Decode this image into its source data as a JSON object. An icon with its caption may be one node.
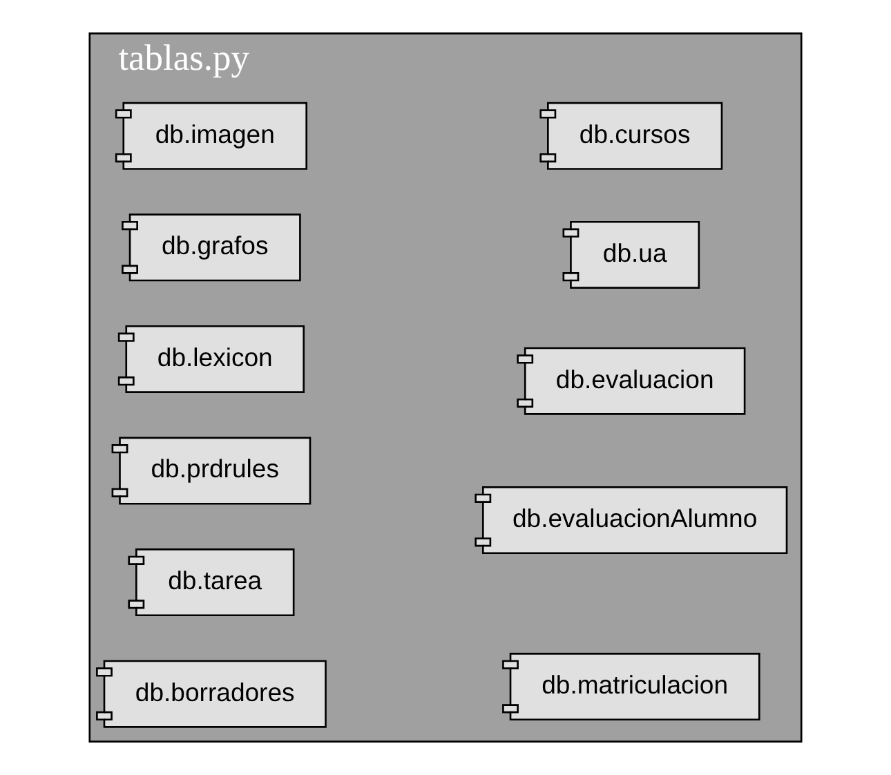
{
  "diagram": {
    "nodes": [
      {
        "text": [
          "tablas.py"
        ]
      },
      {
        "text": [
          "db.imagen"
        ],
        "in": 0
      },
      {
        "text": [
          "db.grafos"
        ],
        "in": 0
      },
      {
        "text": [
          "db.lexicon"
        ],
        "in": 0
      },
      {
        "text": [
          "db.prdrules"
        ],
        "in": 0
      },
      {
        "text": [
          "db.tarea"
        ],
        "in": 0
      },
      {
        "text": [
          "db.borradores"
        ],
        "in": 0
      },
      {
        "text": [
          "db.cursos"
        ],
        "in": 0
      },
      {
        "text": [
          "db.ua"
        ],
        "in": 0
      },
      {
        "text": [
          "db.evaluacion"
        ],
        "in": 0
      },
      {
        "text": [
          "db.evaluacionAlumno"
        ],
        "in": 0
      },
      {
        "text": [
          "db.matriculacion"
        ],
        "in": 0
      }
    ],
    "edges": []
  }
}
